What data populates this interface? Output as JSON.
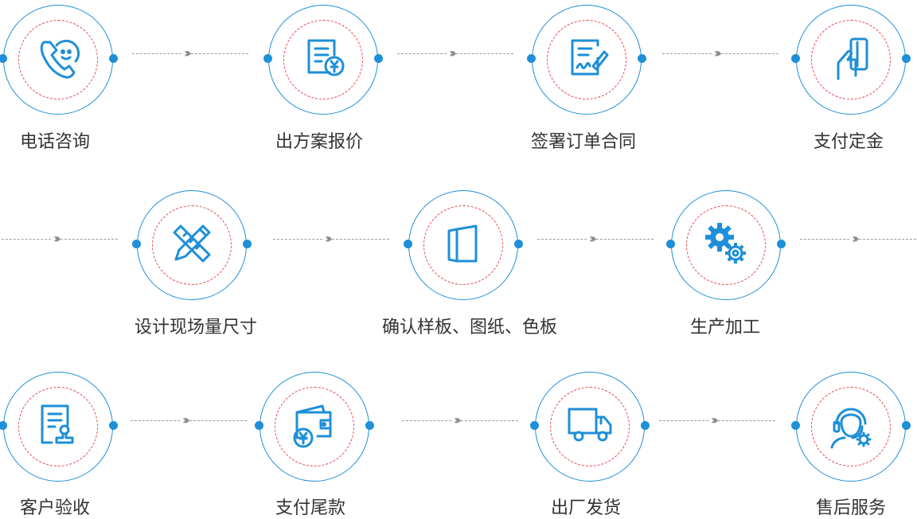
{
  "steps": [
    {
      "label": "电话咨询",
      "icon": "phone-icon"
    },
    {
      "label": "出方案报价",
      "icon": "quote-document-icon"
    },
    {
      "label": "签署订单合同",
      "icon": "sign-contract-icon"
    },
    {
      "label": "支付定金",
      "icon": "payment-card-icon"
    },
    {
      "label": "设计现场量尺寸",
      "icon": "ruler-pencil-icon"
    },
    {
      "label": "确认样板、图纸、色板",
      "icon": "sample-board-icon"
    },
    {
      "label": "生产加工",
      "icon": "gears-icon"
    },
    {
      "label": "客户验收",
      "icon": "stamp-document-icon"
    },
    {
      "label": "支付尾款",
      "icon": "wallet-icon"
    },
    {
      "label": "出厂发货",
      "icon": "truck-icon"
    },
    {
      "label": "售后服务",
      "icon": "customer-service-icon"
    }
  ],
  "colors": {
    "accent": "#1e8fd8",
    "dashed_ring": "#e8444f",
    "connector": "#9a9a9a",
    "text": "#333333"
  }
}
